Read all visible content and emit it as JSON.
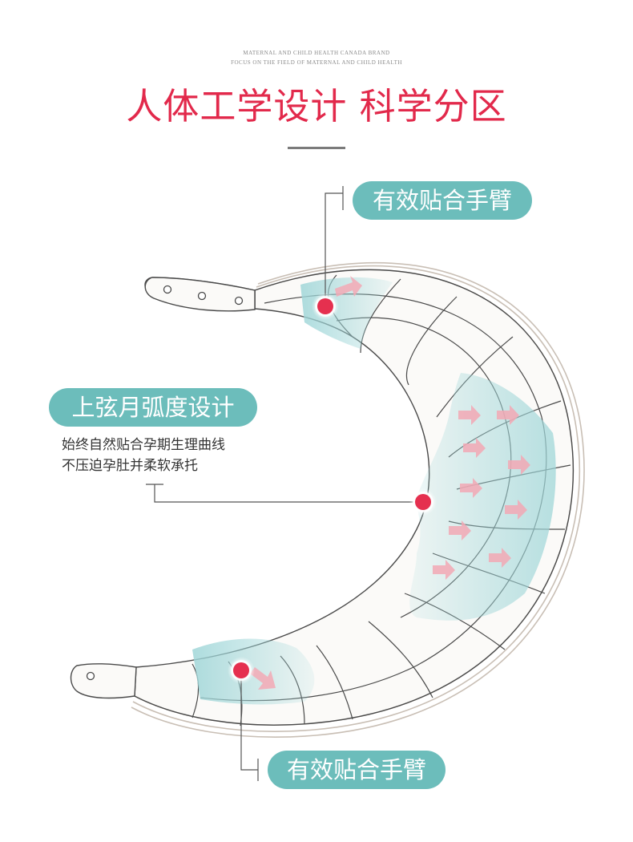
{
  "header": {
    "brand_line_1": "MATERNAL AND CHILD HEALTH CANADA BRAND",
    "brand_line_2": "FOCUS ON THE FIELD OF MATERNAL AND CHILD HEALTH",
    "title": "人体工学设计 科学分区"
  },
  "callouts": {
    "top_label": "有效贴合手臂",
    "middle_label": "上弦月弧度设计",
    "middle_desc_1": "始终自然贴合孕期生理曲线",
    "middle_desc_2": "不压迫孕肚并柔软承托",
    "bottom_label": "有效贴合手臂"
  },
  "colors": {
    "title": "#e2294b",
    "pill": "#6cbdbb",
    "marker": "#e5304f",
    "highlight": "#9fd6d8",
    "arrow": "#f3a9b5"
  }
}
